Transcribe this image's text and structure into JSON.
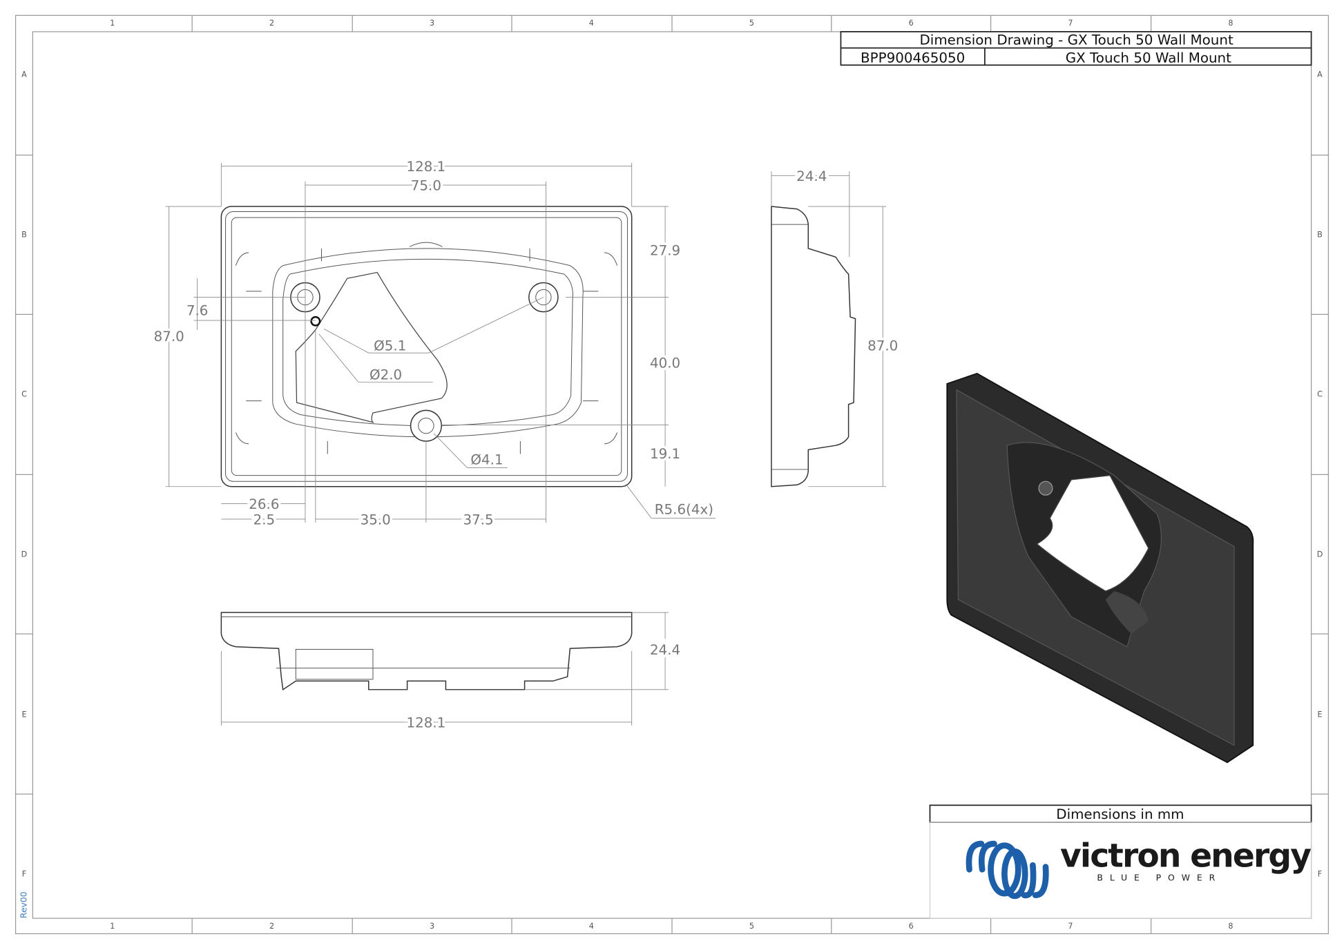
{
  "title_block": {
    "title": "Dimension Drawing - GX Touch 50 Wall Mount",
    "part_number": "BPP900465050",
    "part_name": "GX Touch 50 Wall Mount"
  },
  "notes": {
    "units": "Dimensions in mm",
    "revision": "Rev00"
  },
  "logo": {
    "brand": "victron energy",
    "tagline": "BLUE POWER",
    "color": "#1d5fa8"
  },
  "grid": {
    "columns": [
      "1",
      "2",
      "3",
      "4",
      "5",
      "6",
      "7",
      "8"
    ],
    "rows": [
      "A",
      "B",
      "C",
      "D",
      "E",
      "F"
    ]
  },
  "front_view": {
    "width_overall": "128.1",
    "hole_spacing_h": "75.0",
    "height_overall": "87.0",
    "offset_76": "7.6",
    "top_27": "27.9",
    "mid_40": "40.0",
    "bottom_19": "19.1",
    "left_26": "26.6",
    "left_2_5": "2.5",
    "x_35": "35.0",
    "x_37_5": "37.5",
    "hole_5_1": "Ø5.1",
    "hole_2_0": "Ø2.0",
    "hole_4_1": "Ø4.1",
    "corner_radius": "R5.6(4x)"
  },
  "side_view": {
    "depth": "24.4",
    "height": "87.0"
  },
  "bottom_view": {
    "depth": "24.4",
    "width": "128.1"
  }
}
